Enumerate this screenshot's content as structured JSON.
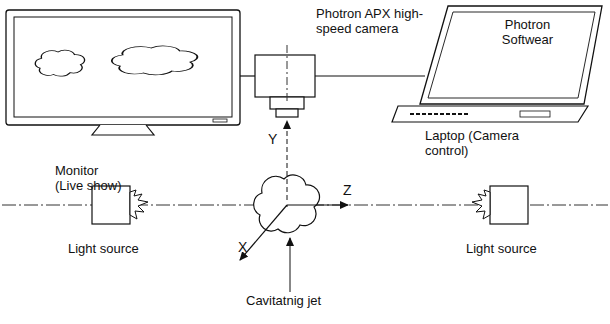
{
  "diagram": {
    "nodes": [
      {
        "text": [
          "Monitor (Live show)"
        ]
      },
      {
        "text": [
          "Photron APX high-speed camera"
        ]
      },
      {
        "text": [
          "Photron Softwear",
          "Laptop (Camera control)"
        ]
      },
      {
        "text": [
          "Light source"
        ]
      },
      {
        "text": [
          "Light source"
        ]
      },
      {
        "text": [
          "Cavitatnig jet"
        ]
      }
    ],
    "edges": [
      {
        "from": 0,
        "to": 1,
        "arrow": "none"
      },
      {
        "from": 1,
        "to": 2,
        "arrow": "none"
      }
    ],
    "labels": [
      "Y",
      "Z",
      "X"
    ]
  }
}
